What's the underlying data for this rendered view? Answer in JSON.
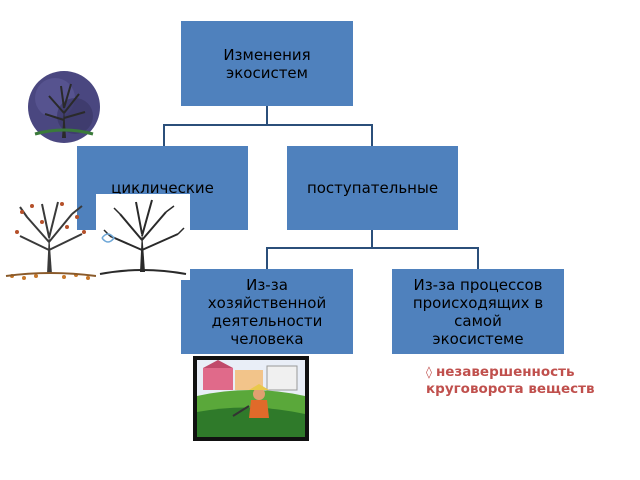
{
  "diagram": {
    "root": {
      "label": "Изменения\nэкосистем"
    },
    "level1": [
      {
        "label": "циклические"
      },
      {
        "label": "поступательные"
      }
    ],
    "level2": [
      {
        "label": "Из-за\nхозяйственной\nдеятельности\nчеловека"
      },
      {
        "label": "Из-за процессов\nпроисходящих в\nсамой\nэкосистеме"
      }
    ],
    "note": {
      "bullet_icon": "square-bullet-icon",
      "text": "незавершенность круговорота веществ"
    }
  },
  "colors": {
    "box": "#4f81bd",
    "connector": "#2b4f7a",
    "note": "#c0504d"
  }
}
